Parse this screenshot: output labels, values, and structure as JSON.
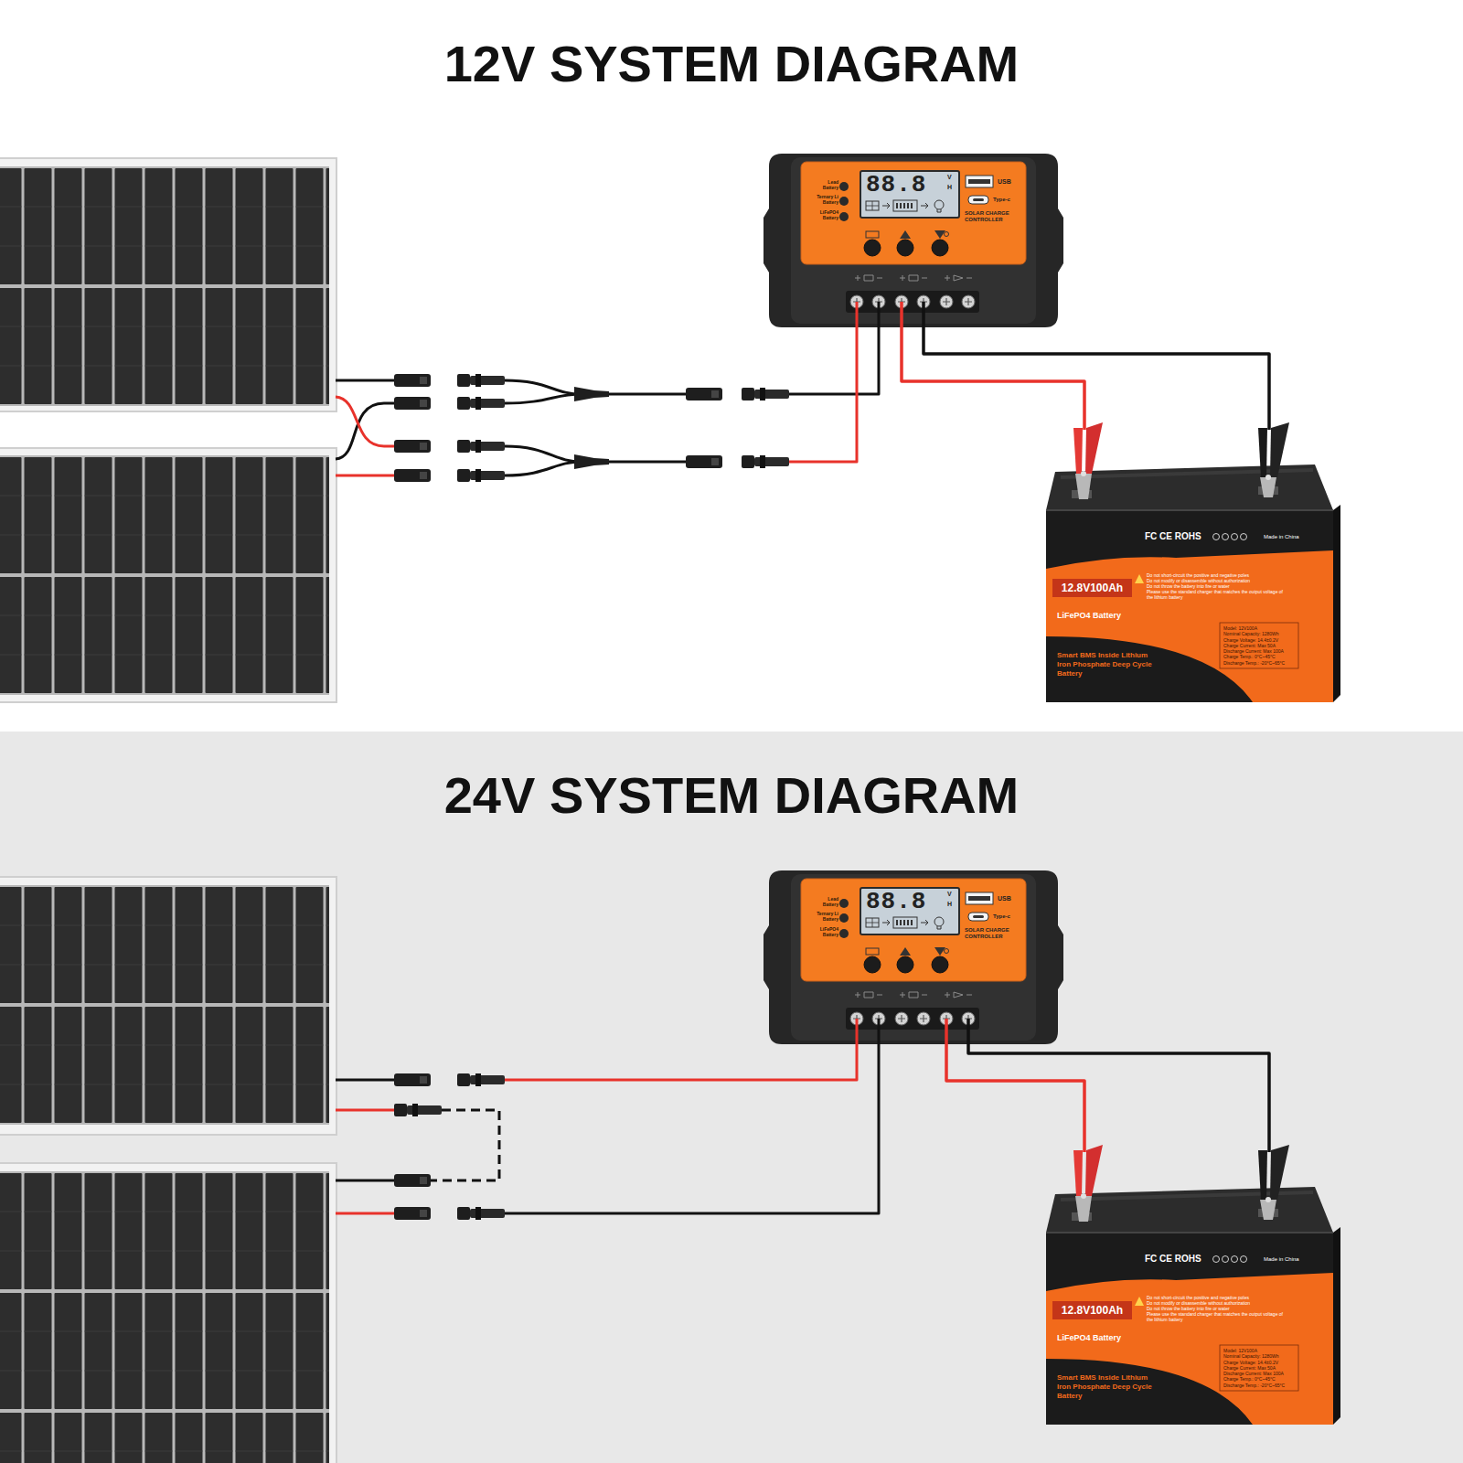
{
  "diagram": {
    "nodes": [
      {
        "text": [
          "12V SYSTEM DIAGRAM"
        ]
      },
      {
        "text": [
          "Lead Battery",
          "Ternary Li Battery",
          "LiFePO4 Battery",
          "88.8",
          "V",
          "H",
          "USB",
          "Type-c",
          "SOLAR CHARGE CONTROLLER"
        ],
        "in": 0
      },
      {
        "text": [
          "FC CE ROHS",
          "Made in China",
          "12.8V100Ah",
          "Do not short-circuit the positive and negative poles",
          "Do not modify or disassemble without authorization",
          "Do not throw the battery into fire or water",
          "Please use the standard charger that matches the output voltage of the lithium battery",
          "LiFePO4 Battery",
          "Model: 12V100A",
          "Nominal Capacity: 1280Wh",
          "Charge Voltage: 14.4±0.2V",
          "Charge Current: Max 50A",
          "Discharge Current: Max 100A",
          "Charge Temp.: 0°C~45°C",
          "Discharge Temp.: -20°C~65°C",
          "Smart BMS Inside Lithium Iron Phosphate Deep Cycle Battery"
        ],
        "in": 0
      },
      {
        "text": [
          "24V SYSTEM DIAGRAM"
        ]
      },
      {
        "text": [
          "Lead Battery",
          "Ternary Li Battery",
          "LiFePO4 Battery",
          "88.8",
          "V",
          "H",
          "USB",
          "Type-c",
          "SOLAR CHARGE CONTROLLER"
        ],
        "in": 3
      },
      {
        "text": [
          "FC CE ROHS",
          "Made in China",
          "12.8V100Ah",
          "Do not short-circuit the positive and negative poles",
          "Do not modify or disassemble without authorization",
          "Do not throw the battery into fire or water",
          "Please use the standard charger that matches the output voltage of the lithium battery",
          "LiFePO4 Battery",
          "Model: 12V100A",
          "Nominal Capacity: 1280Wh",
          "Charge Voltage: 14.4±0.2V",
          "Charge Current: Max 50A",
          "Discharge Current: Max 100A",
          "Charge Temp.: 0°C~45°C",
          "Discharge Temp.: -20°C~65°C",
          "Smart BMS Inside Lithium Iron Phosphate Deep Cycle Battery"
        ],
        "in": 3
      }
    ],
    "edges": [
      {
        "from": 1,
        "to": 2,
        "arrow": "none"
      },
      {
        "from": 1,
        "to": 2,
        "arrow": "none"
      },
      {
        "from": 4,
        "to": 5,
        "arrow": "none"
      },
      {
        "from": 4,
        "to": 5,
        "arrow": "none"
      }
    ]
  }
}
